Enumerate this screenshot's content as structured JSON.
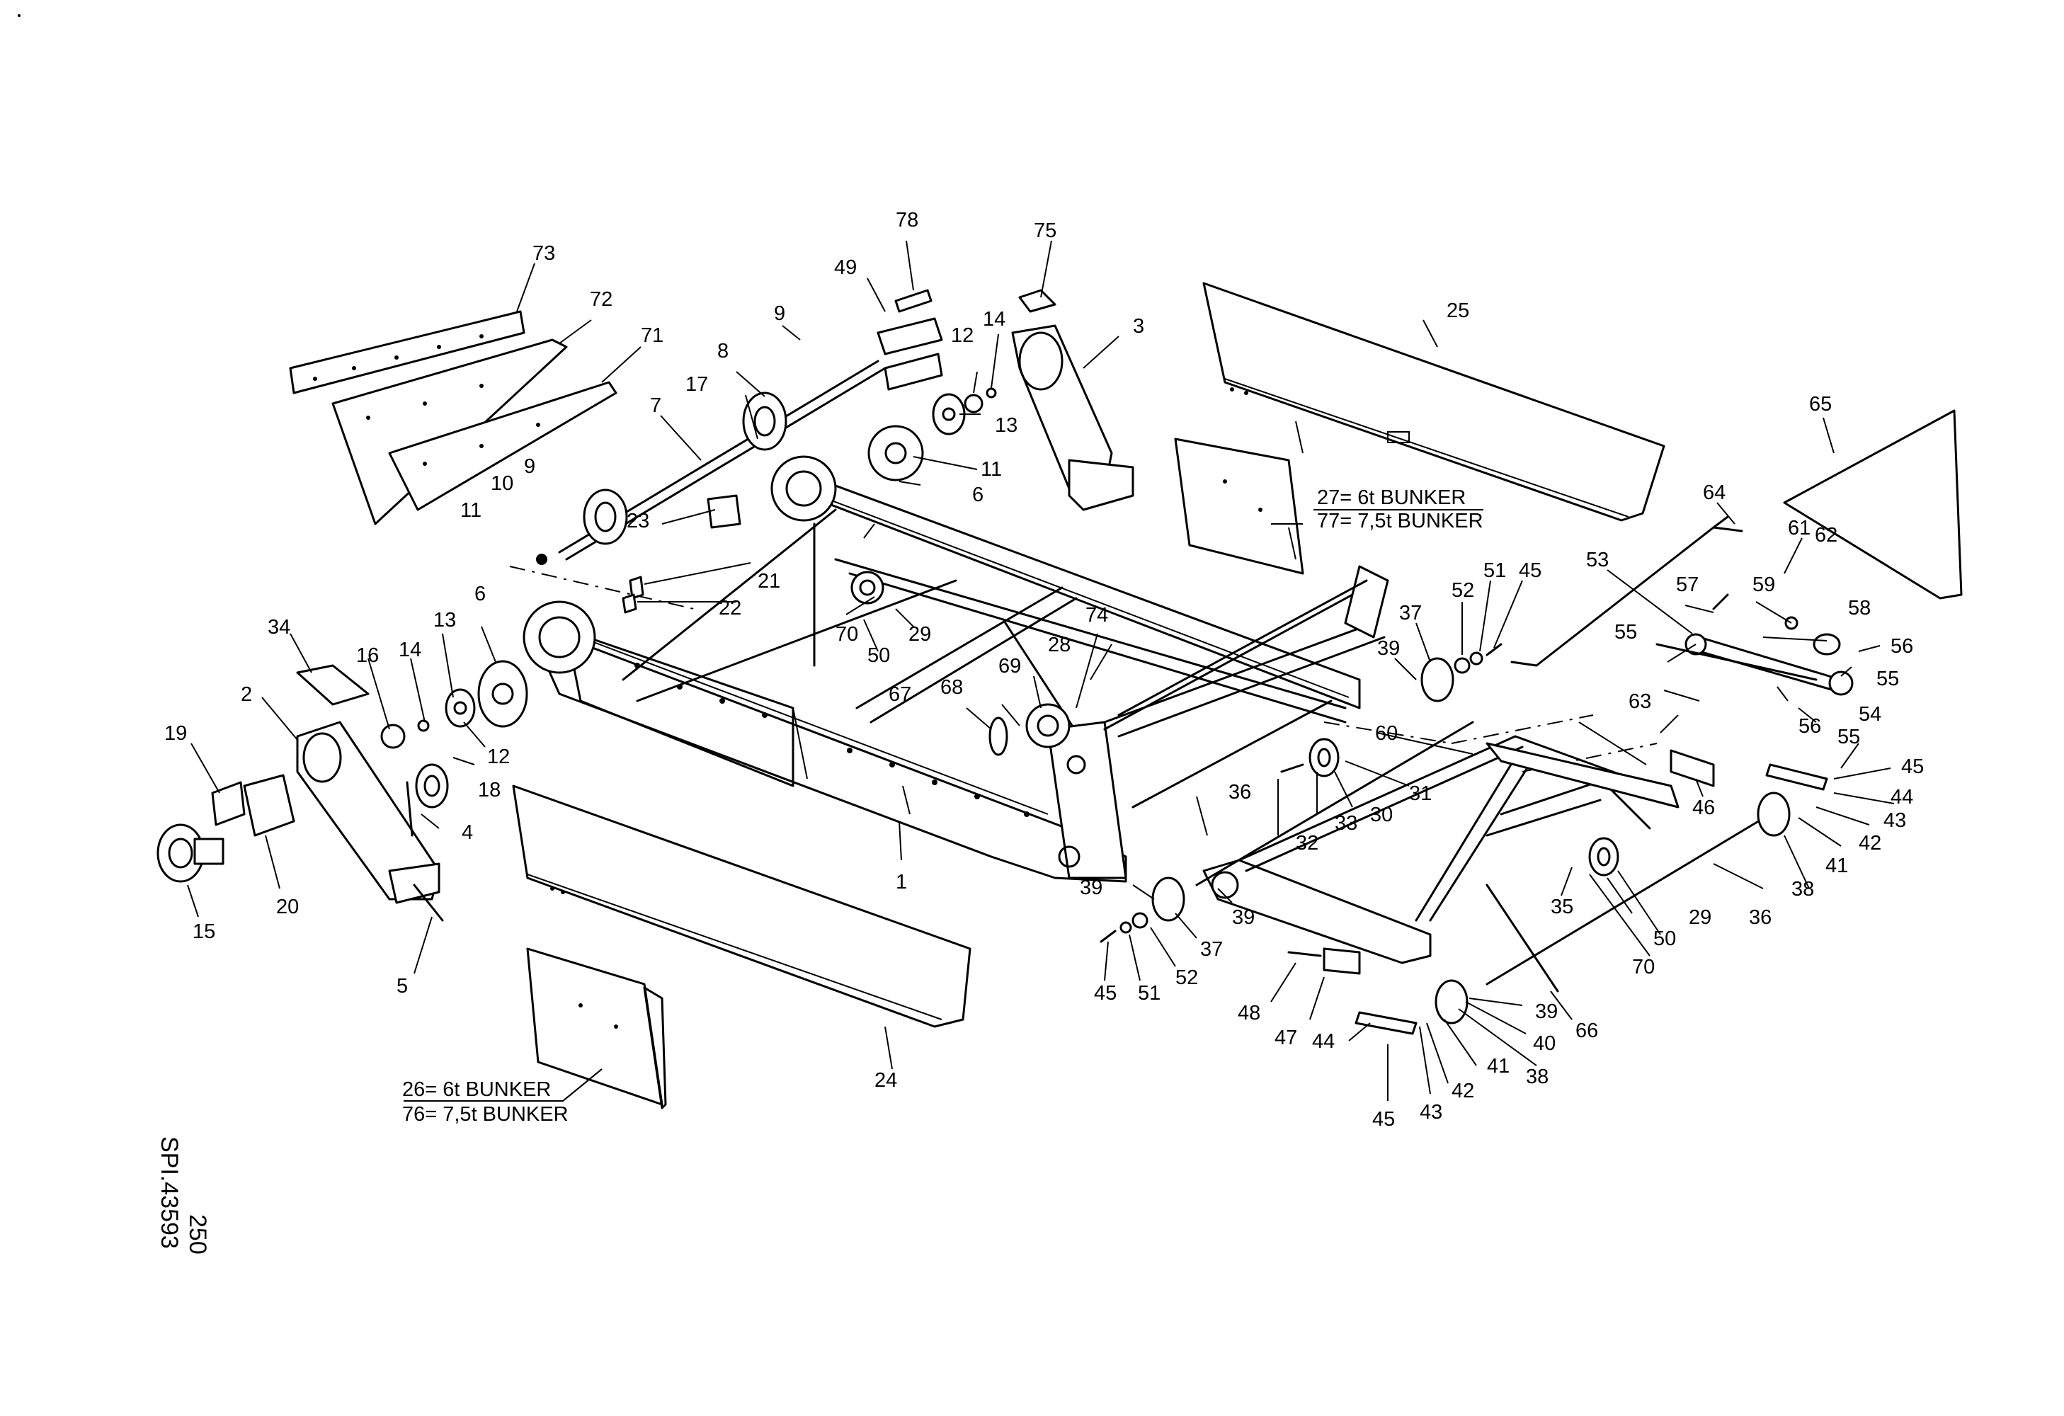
{
  "labels": {
    "1": "1",
    "2": "2",
    "3": "3",
    "4": "4",
    "5": "5",
    "6": "6",
    "7": "7",
    "8": "8",
    "9": "9",
    "10": "10",
    "11": "11",
    "12": "12",
    "13": "13",
    "14": "14",
    "15": "15",
    "16": "16",
    "17": "17",
    "18": "18",
    "19": "19",
    "20": "20",
    "21": "21",
    "22": "22",
    "23": "23",
    "24": "24",
    "25": "25",
    "28": "28",
    "29": "29",
    "30": "30",
    "31": "31",
    "32": "32",
    "33": "33",
    "34": "34",
    "35": "35",
    "36": "36",
    "37": "37",
    "38": "38",
    "39": "39",
    "40": "40",
    "41": "41",
    "42": "42",
    "43": "43",
    "44": "44",
    "45": "45",
    "46": "46",
    "47": "47",
    "48": "48",
    "49": "49",
    "50": "50",
    "51": "51",
    "52": "52",
    "53": "53",
    "54": "54",
    "55": "55",
    "56": "56",
    "57": "57",
    "58": "58",
    "59": "59",
    "60": "60",
    "61": "61",
    "62": "62",
    "63": "63",
    "64": "64",
    "65": "65",
    "66": "66",
    "67": "67",
    "68": "68",
    "69": "69",
    "70": "70",
    "71": "71",
    "72": "72",
    "73": "73",
    "74": "74",
    "75": "75",
    "78": "78"
  },
  "notes": {
    "n27": "27= 6t BUNKER",
    "n77": "77= 7,5t BUNKER",
    "n26": "26= 6t BUNKER",
    "n76": "76= 7,5t BUNKER"
  },
  "drawing": {
    "page_number": "250",
    "drawing_number": "SPI.43593"
  }
}
